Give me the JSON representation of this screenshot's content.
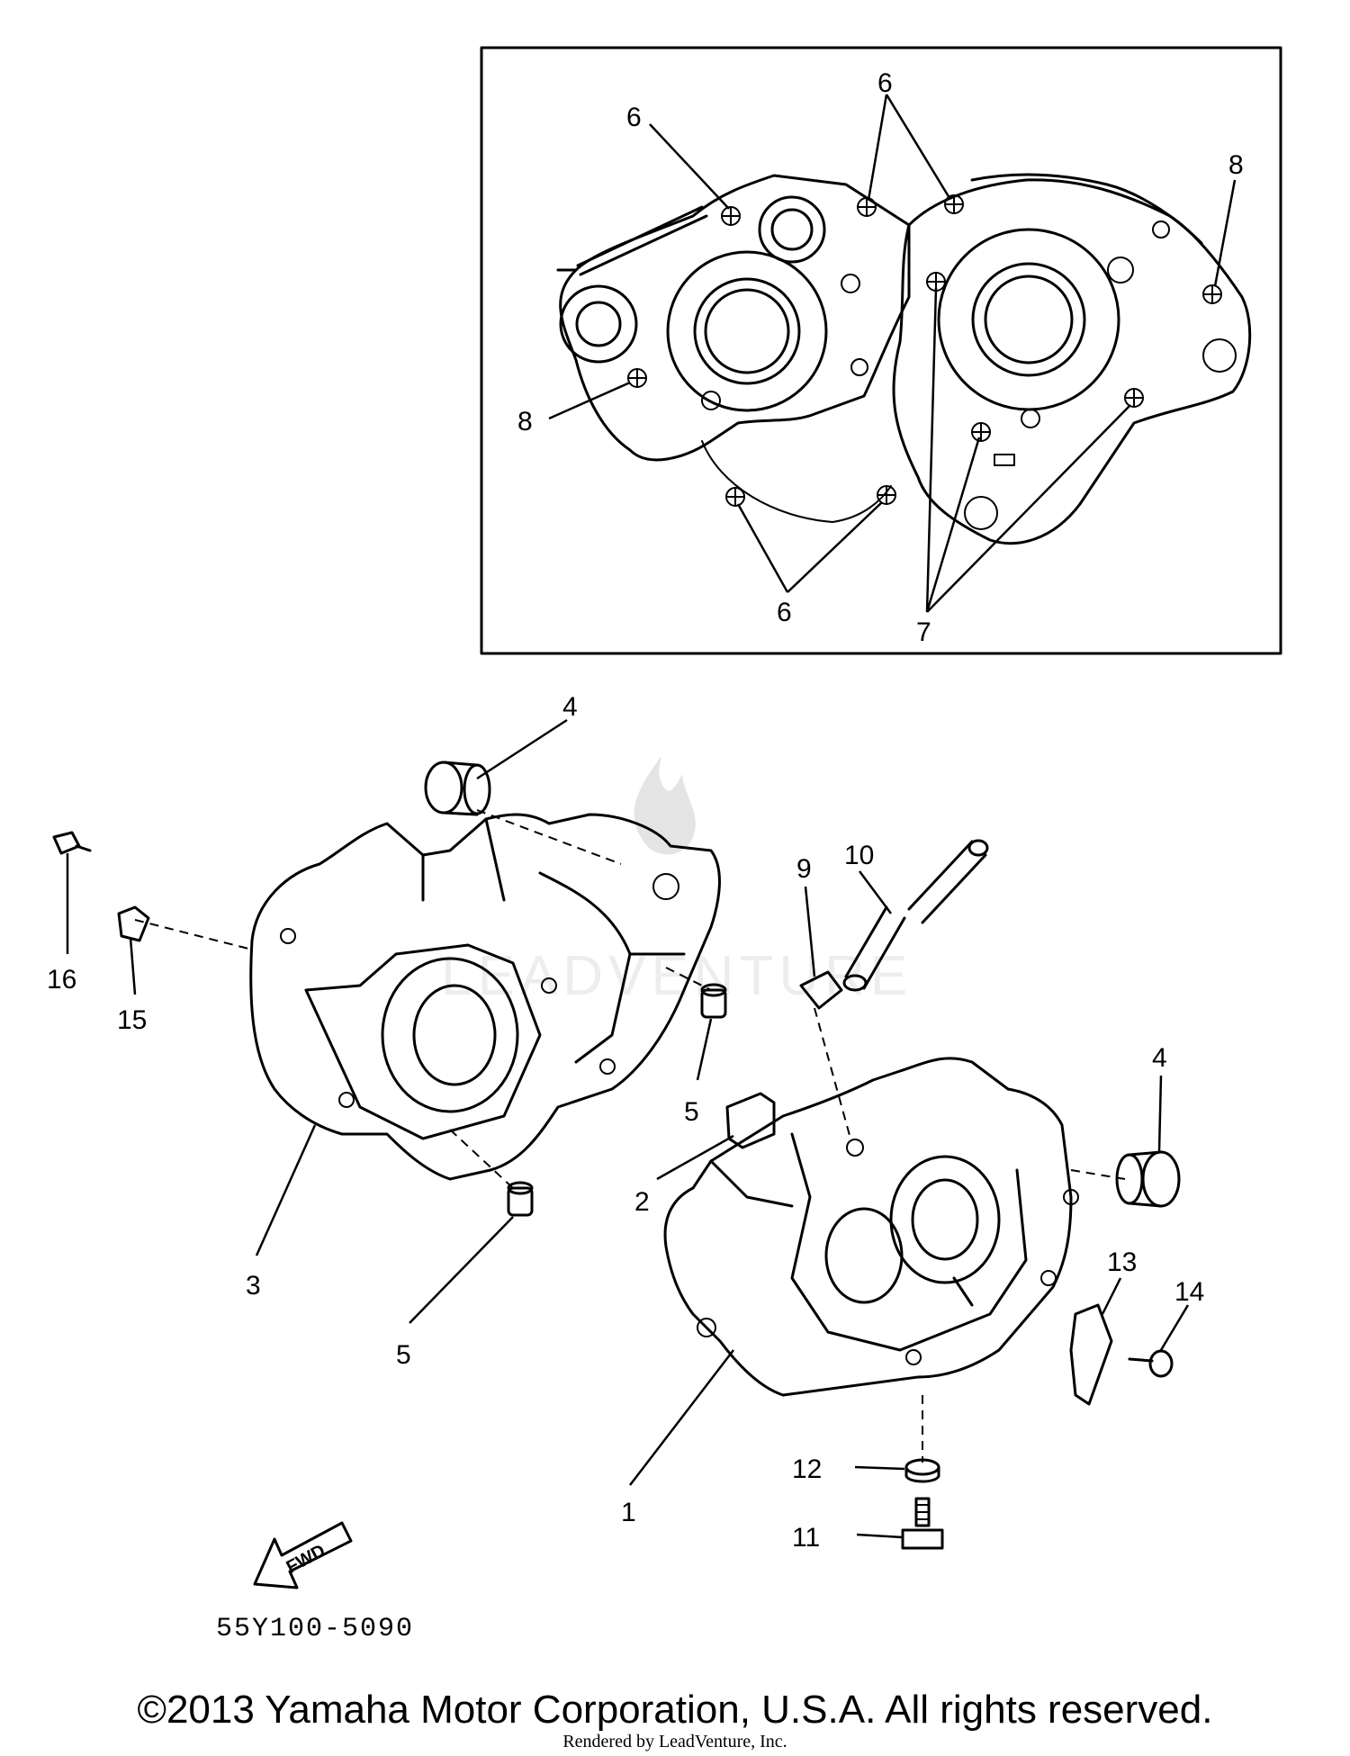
{
  "drawing_code": "55Y100-5090",
  "copyright": "©2013 Yamaha Motor Corporation, U.S.A. All rights reserved.",
  "rendered_by": "Rendered by LeadVenture, Inc.",
  "watermark": "LEADVENTURE",
  "fwd_label": "FWD",
  "callouts": {
    "inset_6a": "6",
    "inset_6b": "6",
    "inset_6c": "6",
    "inset_8a": "8",
    "inset_8b": "8",
    "inset_7": "7",
    "p1": "1",
    "p2": "2",
    "p3": "3",
    "p4a": "4",
    "p4b": "4",
    "p5a": "5",
    "p5b": "5",
    "p9": "9",
    "p10": "10",
    "p11": "11",
    "p12": "12",
    "p13": "13",
    "p14": "14",
    "p15": "15",
    "p16": "16"
  }
}
